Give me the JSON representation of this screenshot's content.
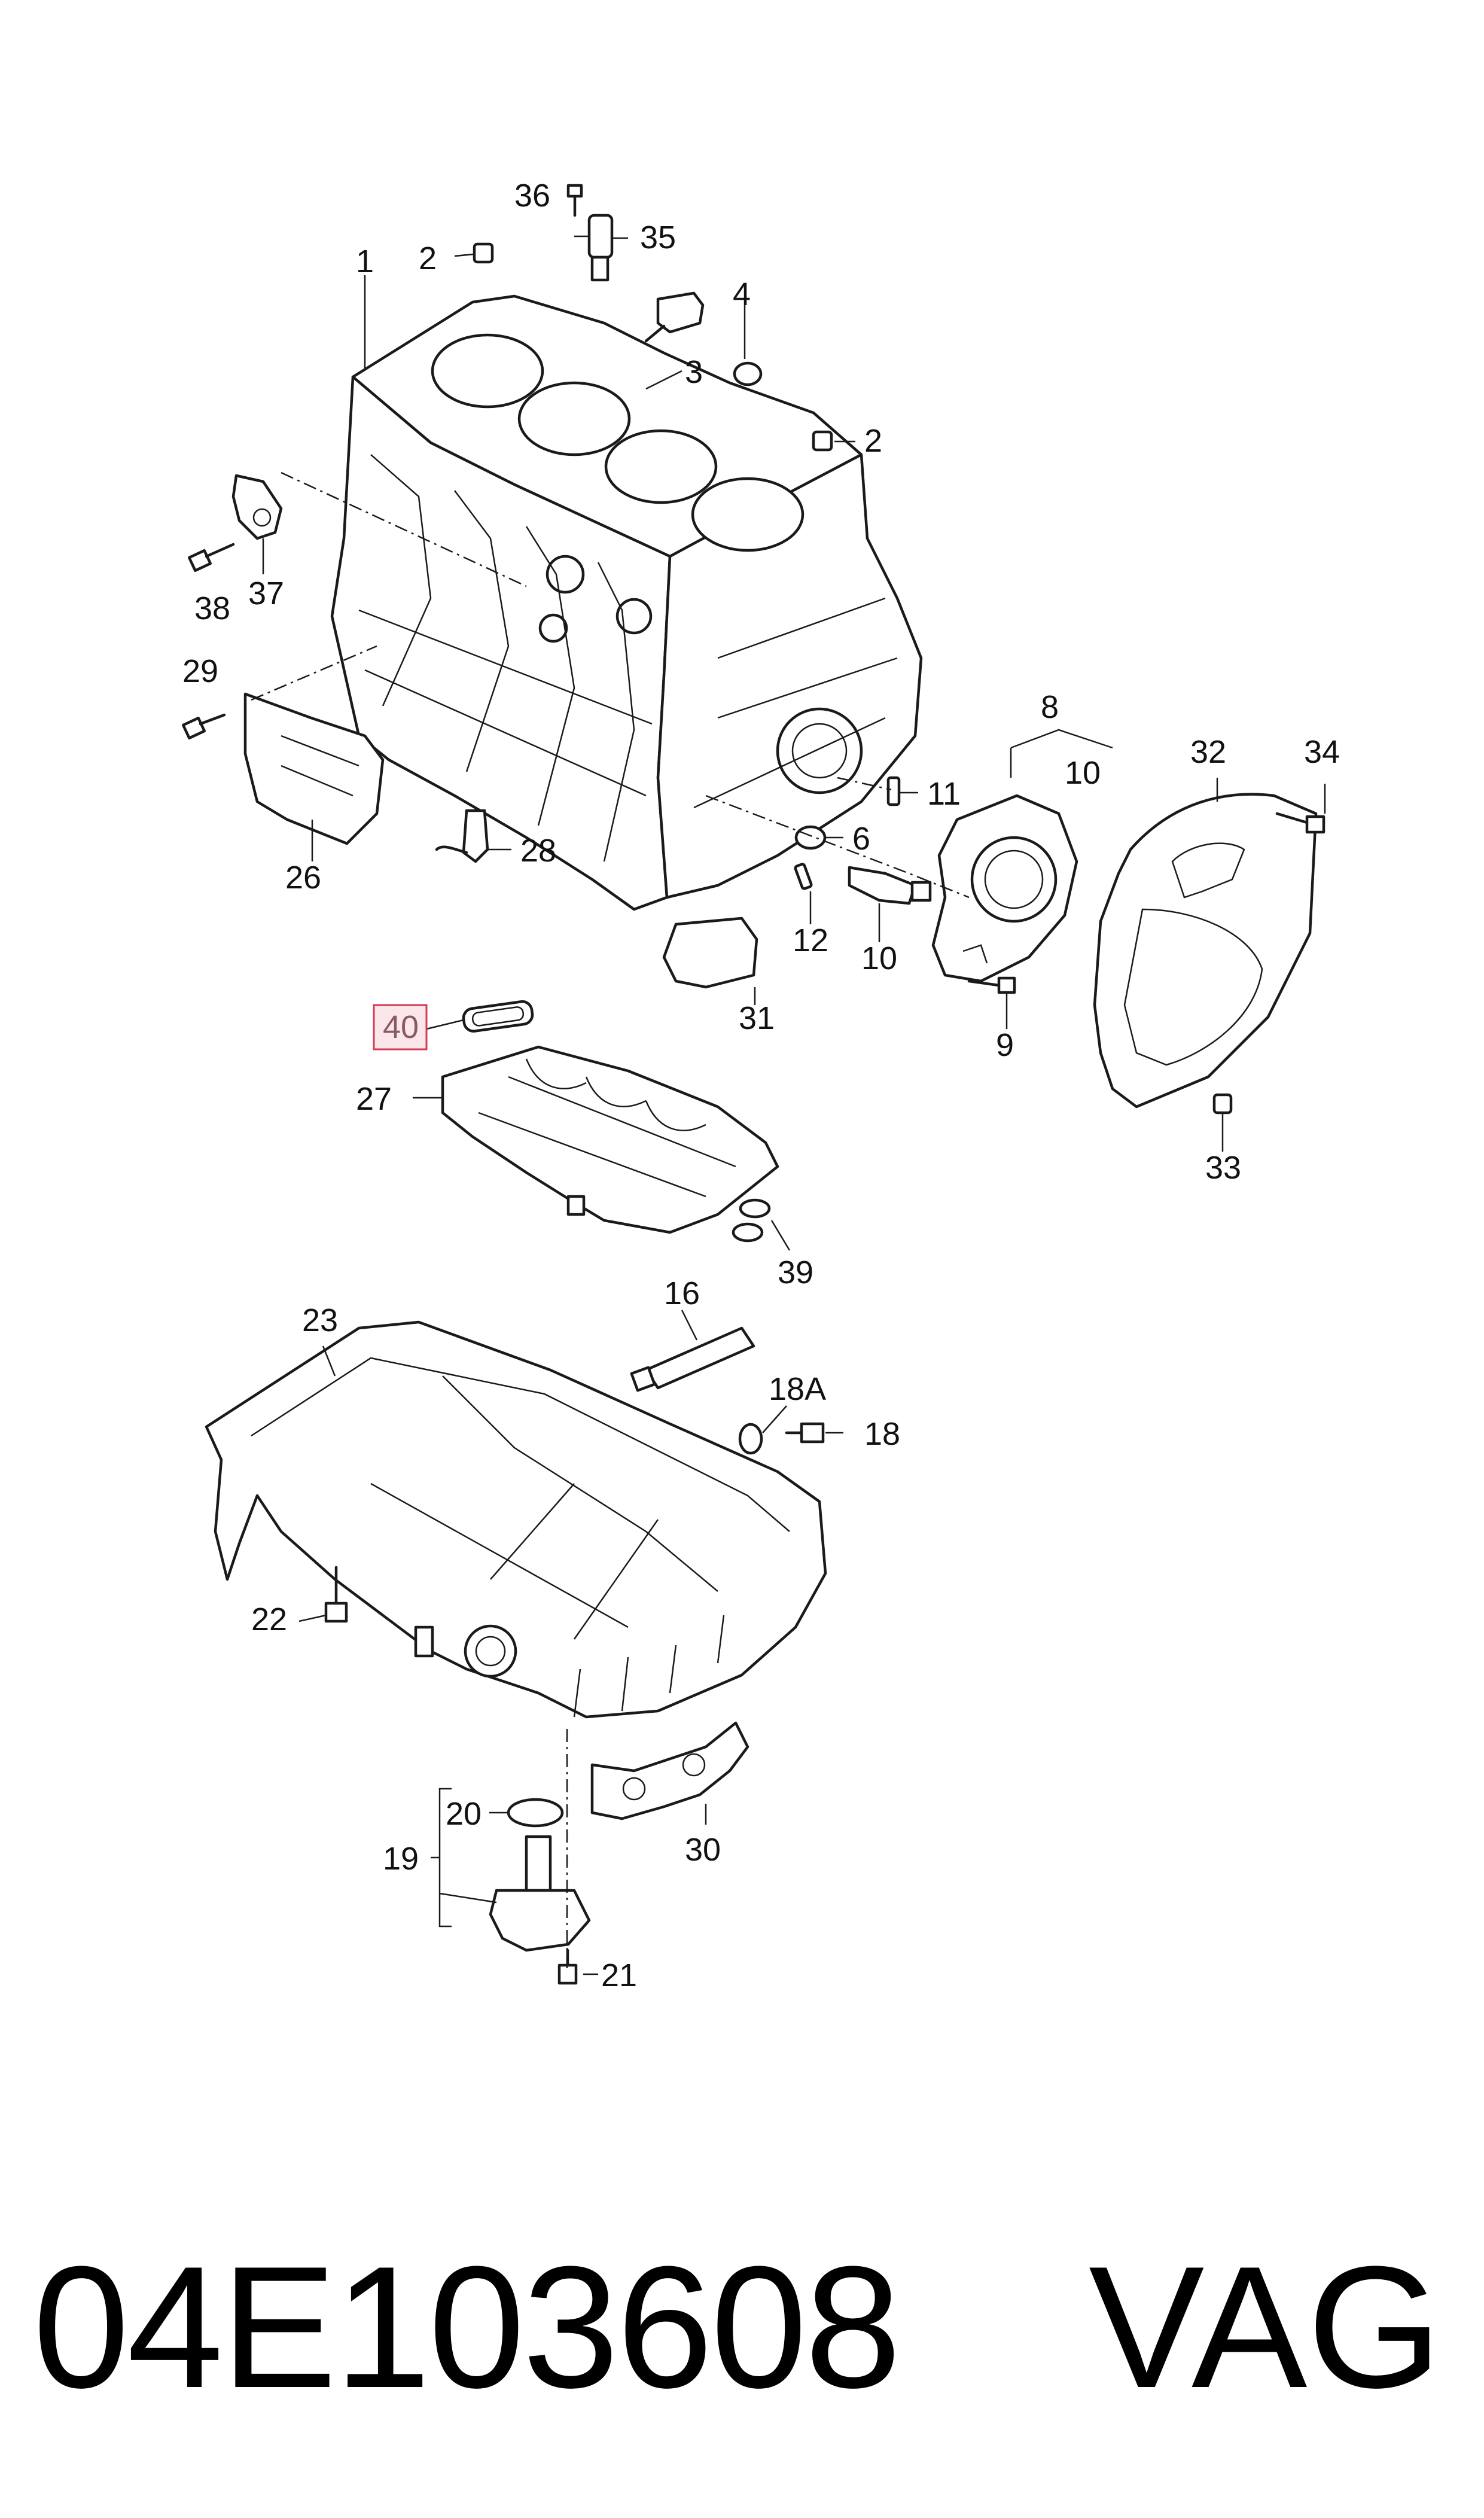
{
  "diagram": {
    "callouts": [
      "36",
      "35",
      "2",
      "1",
      "4",
      "3",
      "2",
      "38",
      "37",
      "29",
      "26",
      "28",
      "8",
      "11",
      "10",
      "32",
      "34",
      "6",
      "12",
      "10",
      "31",
      "9",
      "40",
      "27",
      "33",
      "39",
      "23",
      "16",
      "18A",
      "18",
      "22",
      "20",
      "19",
      "30",
      "21"
    ],
    "highlighted_callout": "40",
    "highlight_color": "#d23b52"
  },
  "footer": {
    "part_number": "04E103608",
    "brand": "VAG"
  }
}
